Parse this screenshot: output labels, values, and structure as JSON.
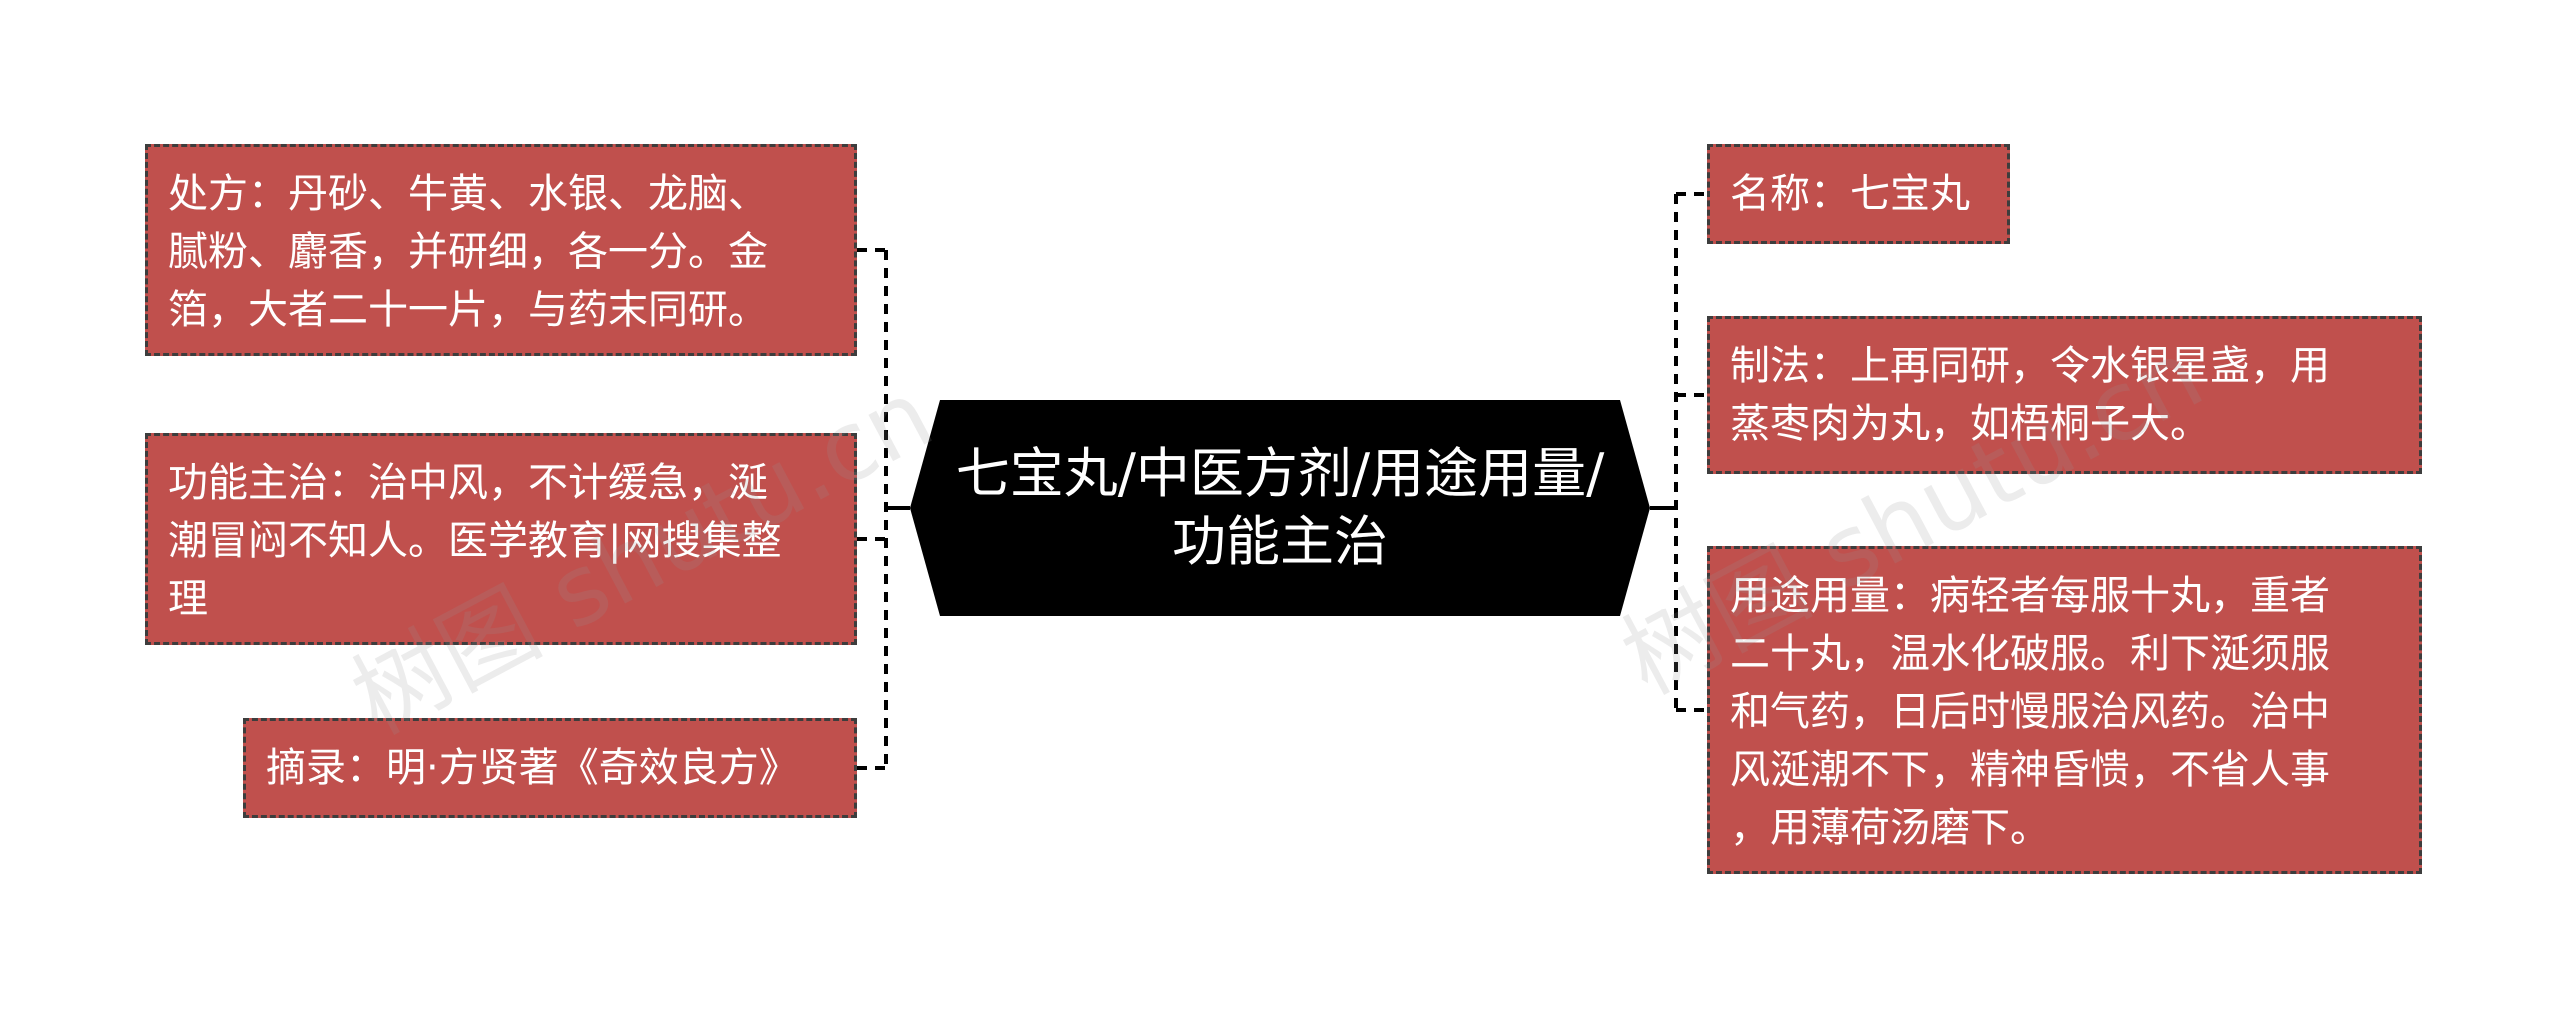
{
  "root": {
    "title": "七宝丸/中医方剂/用途用量/功能主治"
  },
  "left_nodes": [
    {
      "text": "处方：丹砂、牛黄、水银、龙脑、\n腻粉、麝香，并研细，各一分。金\n箔，大者二十一片，与药末同研。"
    },
    {
      "text": "功能主治：治中风，不计缓急，涎\n潮冒闷不知人。医学教育|网搜集整\n理"
    },
    {
      "text": "摘录：明·方贤著《奇效良方》"
    }
  ],
  "right_nodes": [
    {
      "text": "名称：七宝丸"
    },
    {
      "text": "制法：上再同研，令水银星盏，用\n蒸枣肉为丸，如梧桐子大。"
    },
    {
      "text": "用途用量：病轻者每服十丸，重者\n二十丸，温水化破服。利下涎须服\n和气药，日后时慢服治风药。治中\n风涎潮不下，精神昏愦，不省人事\n，用薄荷汤磨下。"
    }
  ],
  "watermark": "树图 shutu.cn",
  "colors": {
    "node_fill": "#c0504d",
    "root_fill": "#000000",
    "connector": "#000000"
  }
}
